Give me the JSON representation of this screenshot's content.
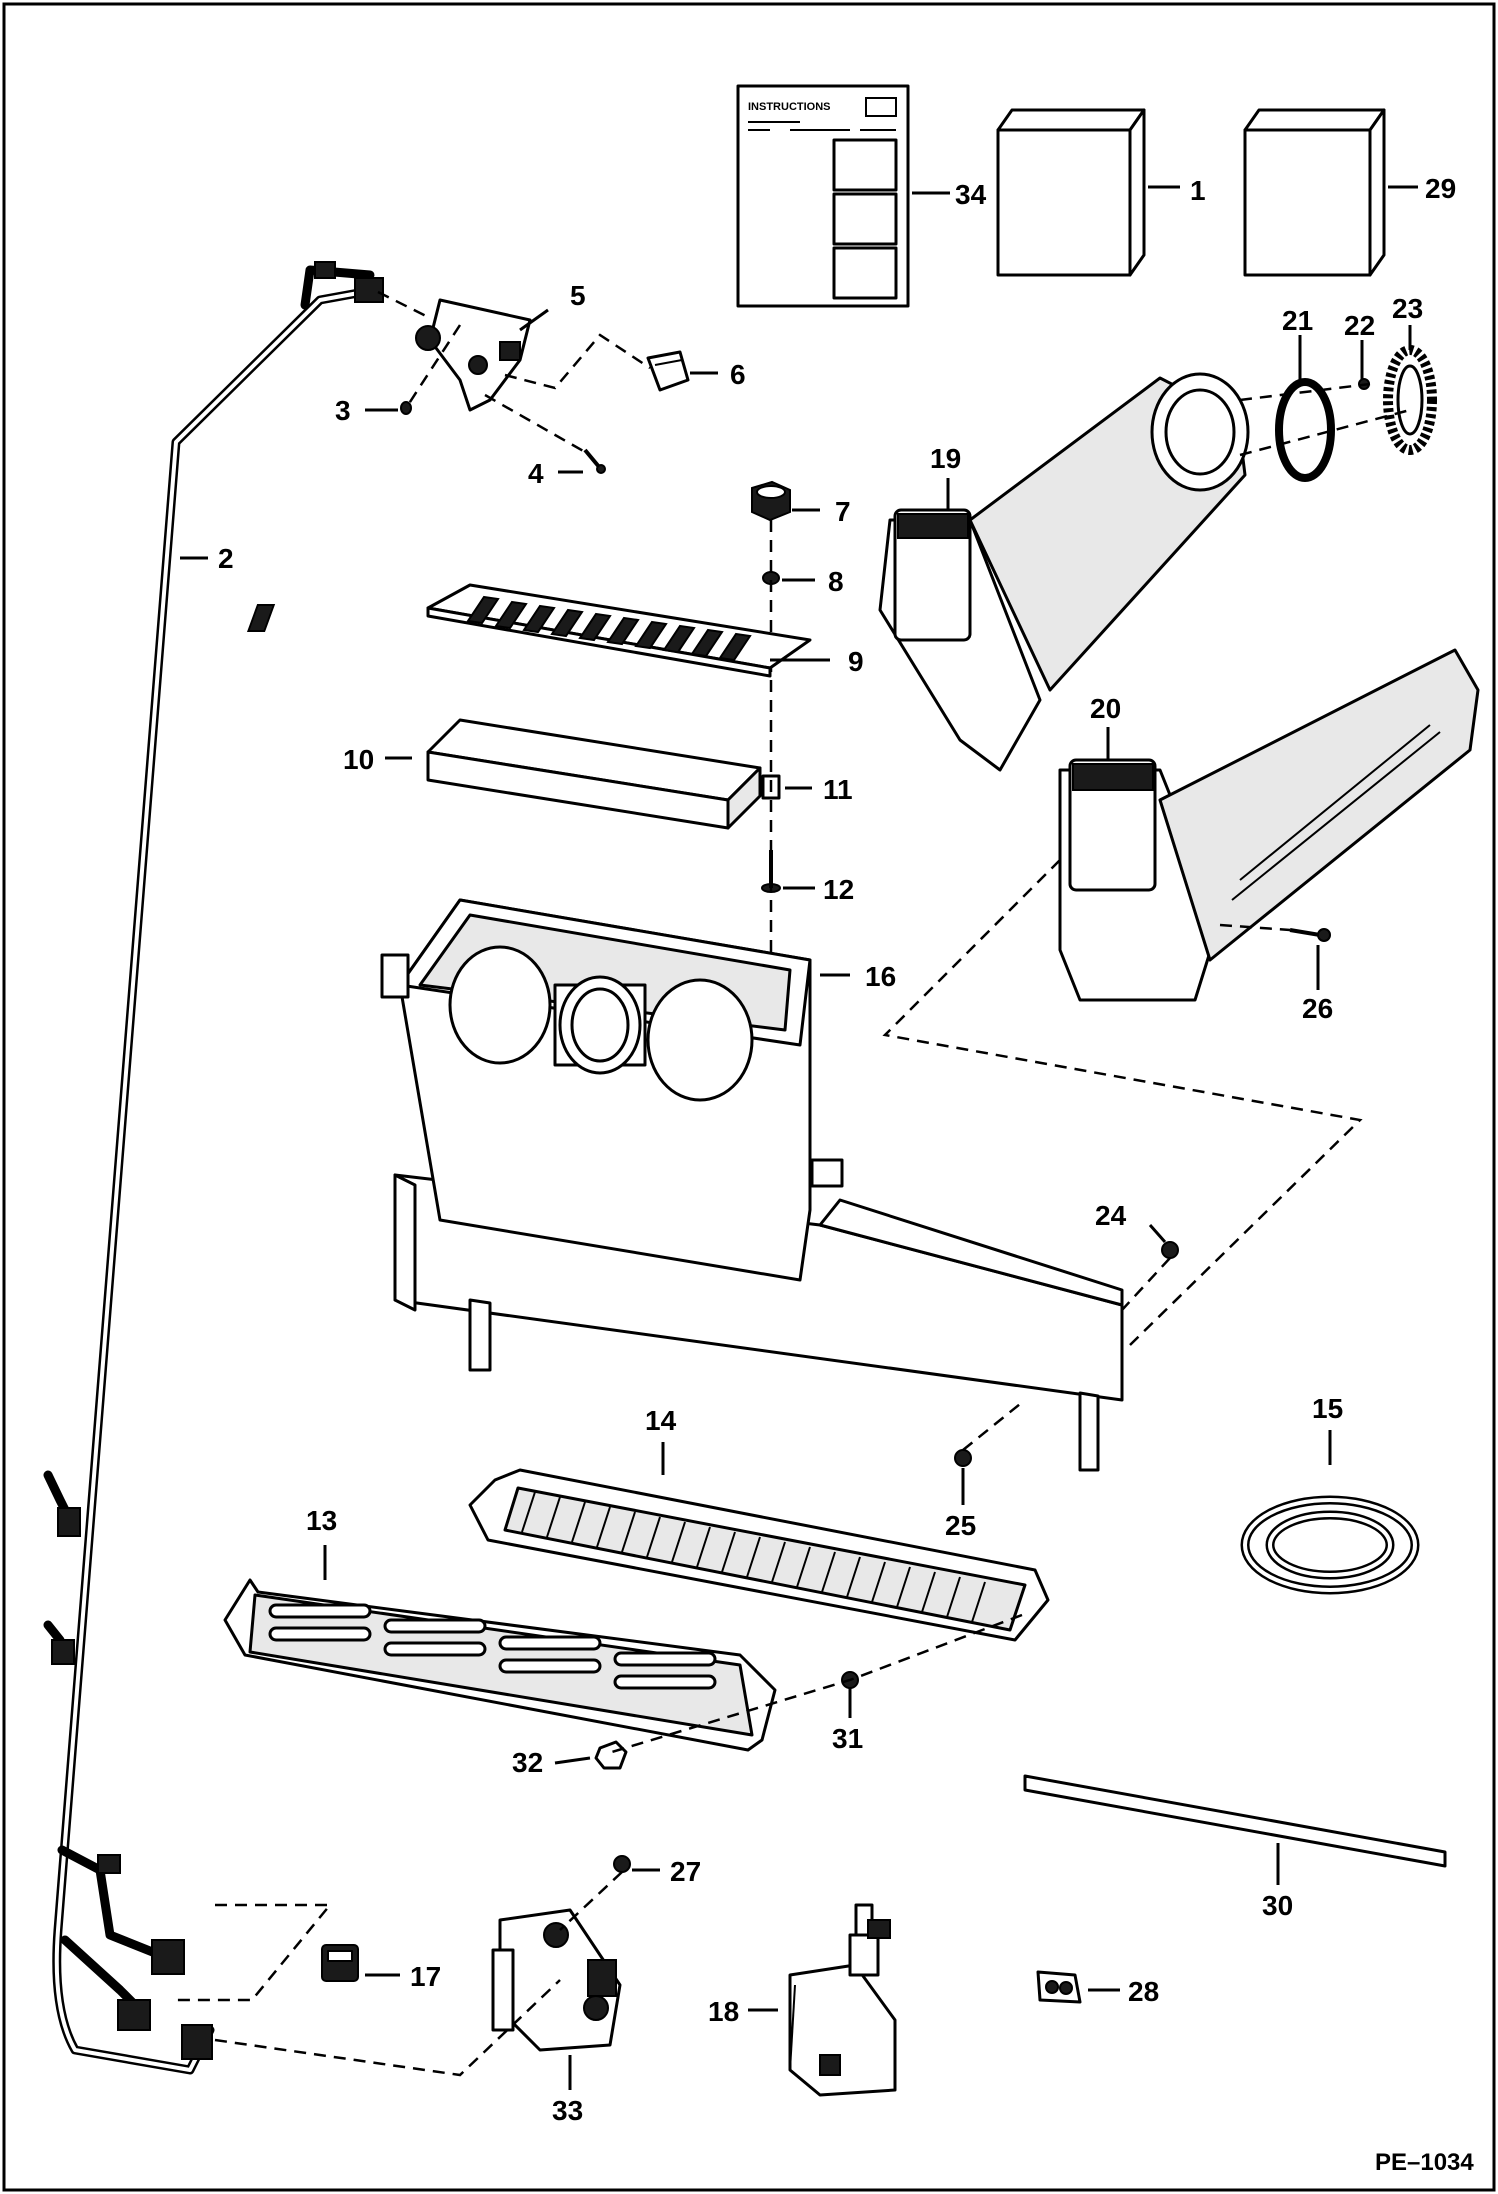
{
  "instructions_title": "INSTRUCTIONS",
  "figure_ref": "PE–1034",
  "callouts": [
    {
      "id": "1",
      "text": "1"
    },
    {
      "id": "2",
      "text": "2"
    },
    {
      "id": "3",
      "text": "3"
    },
    {
      "id": "4",
      "text": "4"
    },
    {
      "id": "5",
      "text": "5"
    },
    {
      "id": "6",
      "text": "6"
    },
    {
      "id": "7",
      "text": "7"
    },
    {
      "id": "8",
      "text": "8"
    },
    {
      "id": "9",
      "text": "9"
    },
    {
      "id": "10",
      "text": "10"
    },
    {
      "id": "11",
      "text": "11"
    },
    {
      "id": "12",
      "text": "12"
    },
    {
      "id": "13",
      "text": "13"
    },
    {
      "id": "14",
      "text": "14"
    },
    {
      "id": "15",
      "text": "15"
    },
    {
      "id": "16",
      "text": "16"
    },
    {
      "id": "17",
      "text": "17"
    },
    {
      "id": "18",
      "text": "18"
    },
    {
      "id": "19",
      "text": "19"
    },
    {
      "id": "20",
      "text": "20"
    },
    {
      "id": "21",
      "text": "21"
    },
    {
      "id": "22",
      "text": "22"
    },
    {
      "id": "23",
      "text": "23"
    },
    {
      "id": "24",
      "text": "24"
    },
    {
      "id": "25",
      "text": "25"
    },
    {
      "id": "26",
      "text": "26"
    },
    {
      "id": "27",
      "text": "27"
    },
    {
      "id": "28",
      "text": "28"
    },
    {
      "id": "29",
      "text": "29"
    },
    {
      "id": "30",
      "text": "30"
    },
    {
      "id": "31",
      "text": "31"
    },
    {
      "id": "32",
      "text": "32"
    },
    {
      "id": "33",
      "text": "33"
    },
    {
      "id": "34",
      "text": "34"
    }
  ]
}
